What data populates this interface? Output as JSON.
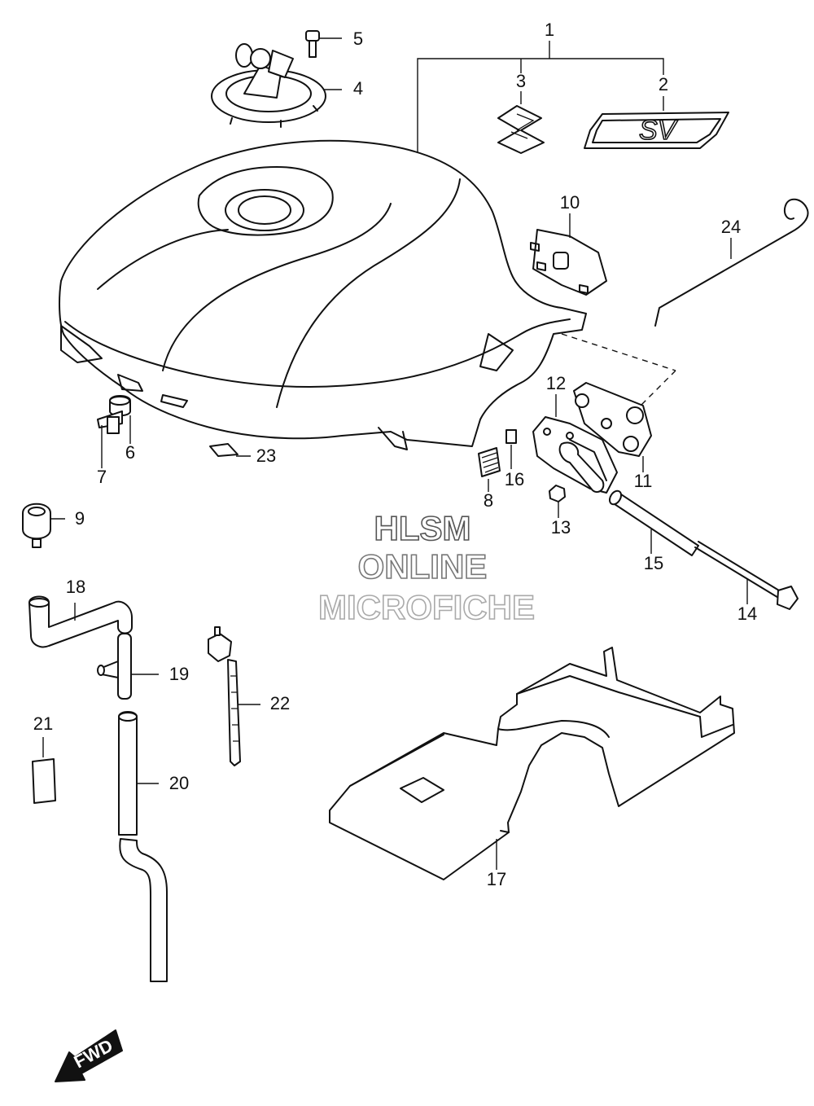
{
  "diagram": {
    "callouts": {
      "c1": "1",
      "c2": "2",
      "c3": "3",
      "c4": "4",
      "c5": "5",
      "c6": "6",
      "c7": "7",
      "c8": "8",
      "c9": "9",
      "c10": "10",
      "c11": "11",
      "c12": "12",
      "c13": "13",
      "c14": "14",
      "c15": "15",
      "c16": "16",
      "c17": "17",
      "c18": "18",
      "c19": "19",
      "c20": "20",
      "c21": "21",
      "c22": "22",
      "c23": "23",
      "c24": "24"
    },
    "emblem_text": "SV",
    "fwd_label": "FWD"
  },
  "watermark": {
    "line1": "HLSM",
    "line2": "ONLINE",
    "line3": "MICROFICHE",
    "colors": {
      "line1": "#555555",
      "line2": "#777777",
      "line3": "#aaaaaa"
    }
  }
}
